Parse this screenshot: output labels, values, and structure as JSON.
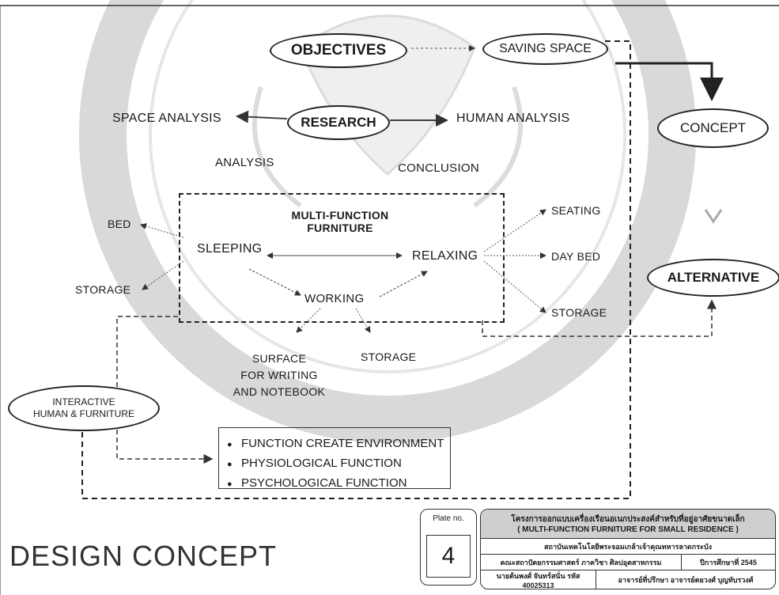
{
  "diagram": {
    "objectives": "OBJECTIVES",
    "saving_space": "SAVING SPACE",
    "research": "RESEARCH",
    "space_analysis": "SPACE ANALYSIS",
    "human_analysis": "HUMAN ANALYSIS",
    "concept": "CONCEPT",
    "analysis": "ANALYSIS",
    "conclusion": "CONCLUSION",
    "multi_function_line1": "MULTI-FUNCTION",
    "multi_function_line2": "FURNITURE",
    "bed": "BED",
    "sleeping": "SLEEPING",
    "storage_left": "STORAGE",
    "relaxing": "RELAXING",
    "working": "WORKING",
    "seating": "SEATING",
    "day_bed": "DAY BED",
    "storage_right": "STORAGE",
    "alternative": "ALTERNATIVE",
    "surface_line1": "SURFACE",
    "surface_line2": "FOR WRITING",
    "surface_line3": "AND NOTEBOOK",
    "storage_bottom": "STORAGE",
    "interactive_line1": "INTERACTIVE",
    "interactive_line2": "HUMAN & FURNITURE",
    "functions": [
      "FUNCTION CREATE ENVIRONMENT",
      "PHYSIOLOGICAL FUNCTION",
      "PSYCHOLOGICAL FUNCTION"
    ]
  },
  "footer": {
    "title": "DESIGN CONCEPT",
    "plate_label": "Plate no.",
    "plate_number": "4",
    "project_title_th": "โครงการออกแบบเครื่องเรือนอเนกประสงค์สำหรับที่อยู่อาศัยขนาดเล็ก",
    "project_title_en": "( MULTI-FUNCTION FURNITURE FOR SMALL RESIDENCE )",
    "institute": "สถาบันเทคโนโลยีพระจอมเกล้าเจ้าคุณทหารลาดกระบัง",
    "faculty": "คณะสถาปัตยกรรมศาสตร์ ภาควิชา ศิลปอุตสาหกรรม",
    "year": "ปีการศึกษาที่ 2545",
    "student": "นายต้นพงศ์ จันทร์สนั่น รหัส 40025313",
    "advisor": "อาจารย์ที่ปรึกษา อาจารย์ตยวงศ์ บุญทับรวงศ์"
  }
}
